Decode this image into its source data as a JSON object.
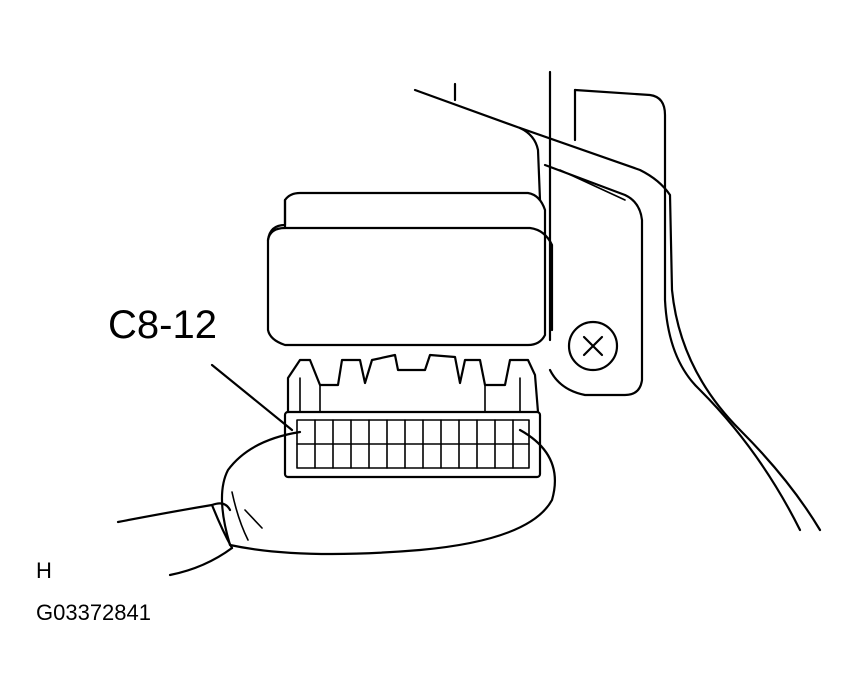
{
  "diagram": {
    "connector_label": "C8-12",
    "view_letter": "H",
    "figure_code": "G03372841",
    "colors": {
      "line": "#000000",
      "background": "#ffffff"
    }
  }
}
